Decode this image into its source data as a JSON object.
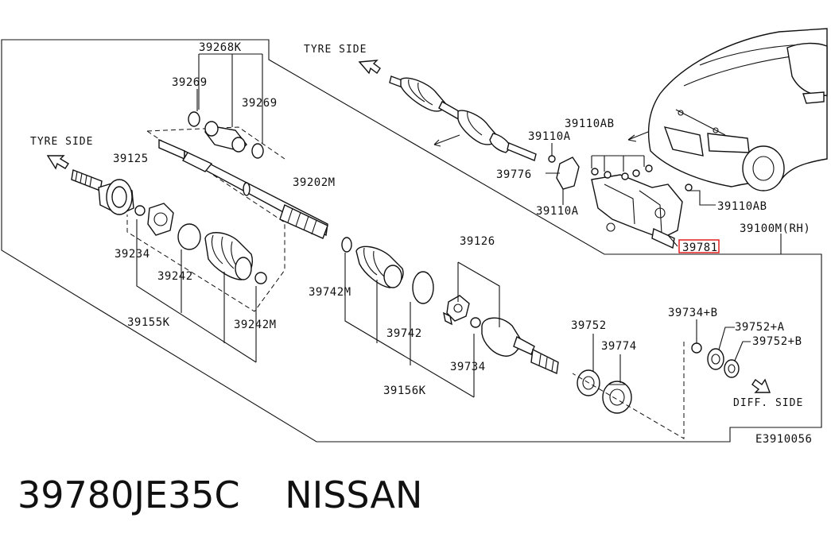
{
  "labels": {
    "l39268k": "39268K",
    "l39269a": "39269",
    "l39269b": "39269",
    "l39125": "39125",
    "l39202m": "39202M",
    "l39234": "39234",
    "l39242": "39242",
    "l39155k": "39155K",
    "l39242m": "39242M",
    "l39742m": "39742M",
    "l39742": "39742",
    "l39156k": "39156K",
    "l39126": "39126",
    "l39734": "39734",
    "l39752": "39752",
    "l39774": "39774",
    "l39734b": "39734+B",
    "l39752a": "39752+A",
    "l39752b": "39752+B",
    "l39110a1": "39110A",
    "l39110a2": "39110A",
    "l39776": "39776",
    "l39110ab1": "39110AB",
    "l39110ab2": "39110AB",
    "l39781": "39781",
    "l39100m": "39100M(RH)",
    "tyre1": "TYRE SIDE",
    "tyre2": "TYRE SIDE",
    "diff": "DIFF. SIDE",
    "ref": "E3910056"
  },
  "highlight_color": "#e02020",
  "caption": {
    "part_number": "39780JE35C",
    "brand": "NISSAN"
  }
}
